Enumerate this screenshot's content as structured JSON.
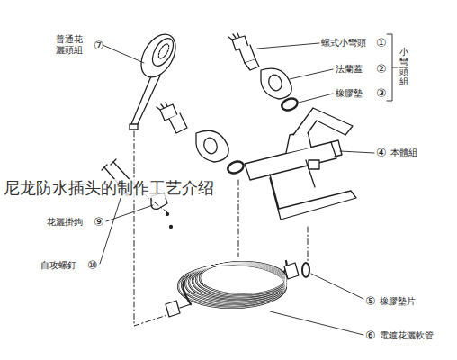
{
  "diagram": {
    "labels": [
      "⑦",
      "普通花灑頭組",
      "①",
      "螺式小彎頭",
      "②",
      "法蘭蓋",
      "③",
      "橡膠墊",
      "小彎頭組",
      "④",
      "本體組",
      "尼龙防水插头的制作工艺介绍",
      "⑨",
      "花灑掛鉤",
      "⑩",
      "自攻螺釘",
      "⑤",
      "橡膠墊片",
      "⑥",
      "電鍍花灑軟管"
    ]
  }
}
